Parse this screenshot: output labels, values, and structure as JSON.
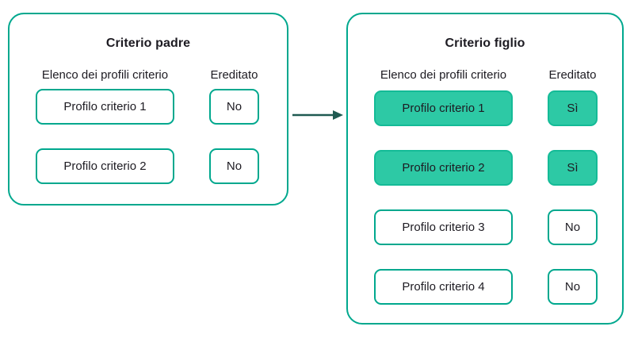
{
  "diagram": {
    "type": "comparison-flow",
    "colors": {
      "box_border": "#00a88e",
      "highlight_fill": "#2dc9a5",
      "arrow": "#1f5a51",
      "text": "#1d1b22",
      "background": "#ffffff"
    },
    "arrow": {
      "direction": "right",
      "meaning": "parent-to-child inheritance"
    }
  },
  "left_panel": {
    "title": "Criterio padre",
    "col_profiles": "Elenco dei profili criterio",
    "col_inherited": "Ereditato",
    "rows": [
      {
        "profile": "Profilo criterio 1",
        "inherited": "No",
        "highlighted": false
      },
      {
        "profile": "Profilo criterio 2",
        "inherited": "No",
        "highlighted": false
      }
    ]
  },
  "right_panel": {
    "title": "Criterio figlio",
    "col_profiles": "Elenco dei profili criterio",
    "col_inherited": "Ereditato",
    "rows": [
      {
        "profile": "Profilo criterio 1",
        "inherited": "Sì",
        "highlighted": true
      },
      {
        "profile": "Profilo criterio 2",
        "inherited": "Sì",
        "highlighted": true
      },
      {
        "profile": "Profilo criterio 3",
        "inherited": "No",
        "highlighted": false
      },
      {
        "profile": "Profilo criterio 4",
        "inherited": "No",
        "highlighted": false
      }
    ]
  }
}
